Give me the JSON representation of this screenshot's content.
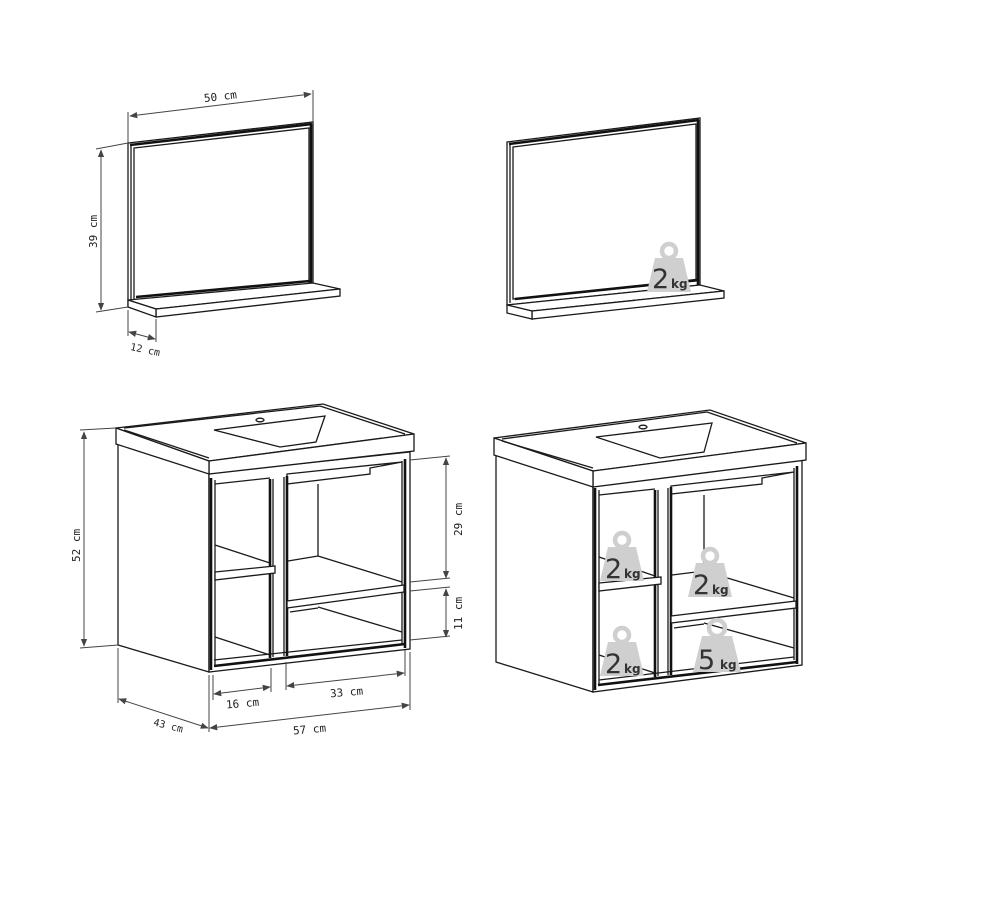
{
  "diagram": {
    "type": "product-dimension-drawing",
    "panels": [
      {
        "id": "mirror-dimensions",
        "object": "mirror with shelf",
        "dimensions": {
          "width": "50 cm",
          "height": "39 cm",
          "shelf_depth": "12 cm"
        }
      },
      {
        "id": "mirror-load",
        "object": "mirror with shelf",
        "loads": [
          {
            "location": "shelf",
            "value": "2",
            "unit": "kg"
          }
        ]
      },
      {
        "id": "cabinet-dimensions",
        "object": "vanity cabinet with sink",
        "dimensions": {
          "height": "52 cm",
          "depth": "43 cm",
          "width": "57 cm",
          "left_compartment_width": "16 cm",
          "right_compartment_width": "33 cm",
          "upper_right_opening_height": "29 cm",
          "lower_right_opening_height": "11 cm"
        }
      },
      {
        "id": "cabinet-load",
        "object": "vanity cabinet with sink",
        "loads": [
          {
            "location": "left-upper-shelf",
            "value": "2",
            "unit": "kg"
          },
          {
            "location": "right-upper-shelf",
            "value": "2",
            "unit": "kg"
          },
          {
            "location": "left-bottom",
            "value": "2",
            "unit": "kg"
          },
          {
            "location": "right-lower-compartment",
            "value": "5",
            "unit": "kg"
          }
        ]
      }
    ]
  },
  "labels": {
    "mirror_width": "50 cm",
    "mirror_height": "39 cm",
    "mirror_depth": "12 cm",
    "cab_height": "52 cm",
    "cab_depth": "43 cm",
    "cab_width": "57 cm",
    "cab_left": "16 cm",
    "cab_right": "33 cm",
    "cab_upper": "29 cm",
    "cab_lower": "11 cm",
    "mirror_load": "2",
    "load_left_upper": "2",
    "load_right_upper": "2",
    "load_left_bottom": "2",
    "load_right_lower": "5",
    "kg": "kg"
  }
}
